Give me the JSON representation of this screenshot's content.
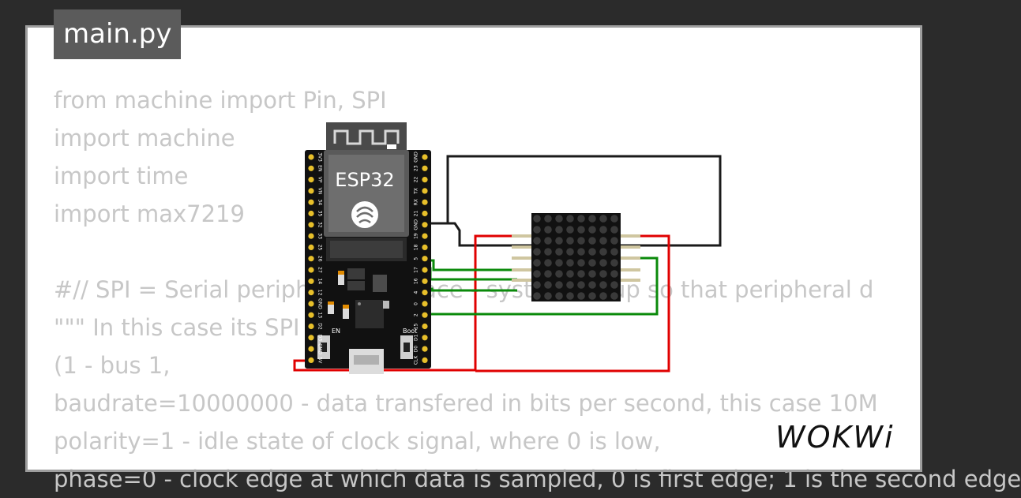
{
  "file_tab": {
    "label": "main.py"
  },
  "code": {
    "lines": [
      "from machine import Pin, SPI",
      "import machine",
      "import time",
      "import max7219",
      "",
      "#// SPI = Serial peripheral interface - system setup so that peripheral d",
      "\"\"\" In this case its SPI",
      "(1 - bus 1,",
      "baudrate=10000000 - data transfered in bits per second, this case 10M",
      "polarity=1 - idle state of clock signal, where 0 is low,",
      "phase=0 - clock edge at which data is sampled, 0 is first edge; 1 is the second edge"
    ]
  },
  "board": {
    "label": "ESP32",
    "left_pins": [
      "3V3",
      "EN",
      "VP",
      "VN",
      "34",
      "35",
      "32",
      "33",
      "25",
      "26",
      "27",
      "14",
      "12",
      "GND",
      "13",
      "D2",
      "D3",
      "CMD",
      "5V"
    ],
    "right_pins": [
      "GND",
      "23",
      "22",
      "TX",
      "RX",
      "21",
      "GND",
      "19",
      "18",
      "5",
      "17",
      "16",
      "4",
      "0",
      "2",
      "15",
      "D1",
      "D0",
      "CLK"
    ],
    "en_label": "EN",
    "boot_label": "Boot"
  },
  "wire_colors": {
    "black": "#1a1a1a",
    "red": "#e00000",
    "green": "#0a8a0a"
  },
  "brand": {
    "logo_text": "WOKWi",
    "color": "#111111"
  }
}
